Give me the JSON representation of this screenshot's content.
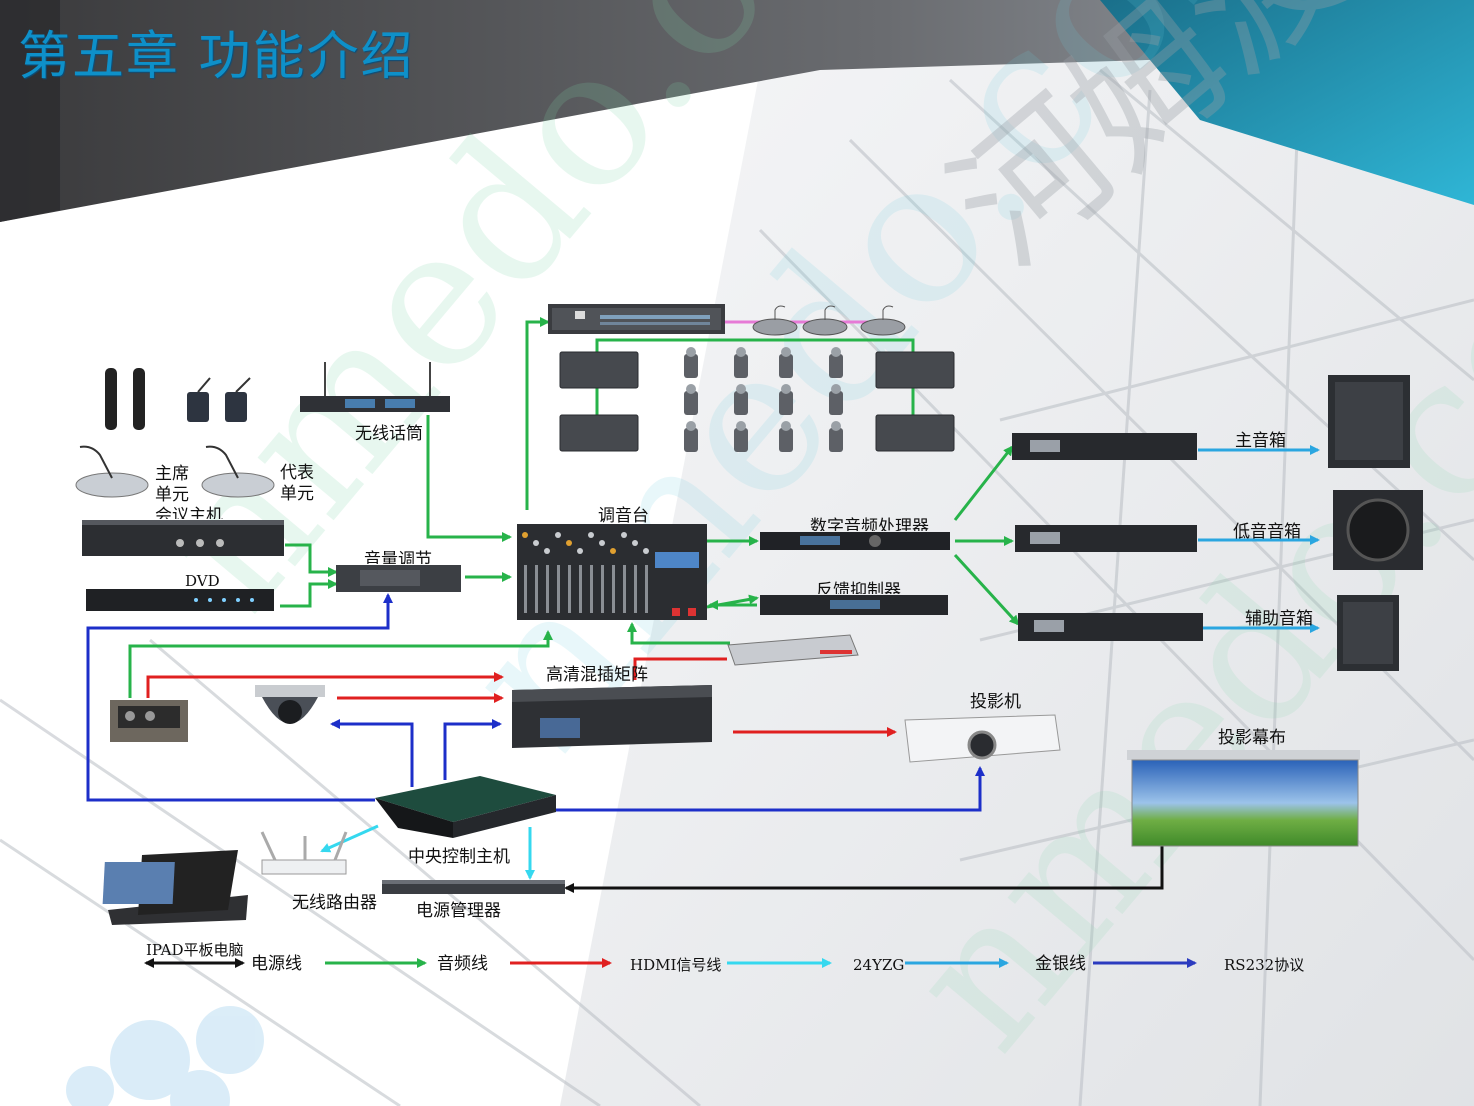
{
  "slide_title": "第五章  功能介绍",
  "devices": {
    "wireless_mic": "无线话筒",
    "chairman_unit": "主席单元",
    "delegate_unit": "代表单元",
    "conference_host": "会议主机",
    "dvd": "DVD",
    "volume_control": "音量调节",
    "mixer": "调音台",
    "digital_processor": "数字音频处理器",
    "feedback_suppressor": "反馈抑制器",
    "main_speaker": "主音箱",
    "subwoofer": "低音音箱",
    "aux_speaker": "辅助音箱",
    "hd_matrix": "高清混插矩阵",
    "projector": "投影机",
    "projection_screen": "投影幕布",
    "central_control": "中央控制主机",
    "wireless_router": "无线路由器",
    "power_manager": "电源管理器",
    "ipad": "IPAD平板电脑"
  },
  "legend": [
    {
      "label": "电源线",
      "color": "#111111"
    },
    {
      "label": "音频线",
      "color": "#27b34a"
    },
    {
      "label": "HDMI信号线",
      "color": "#e02020"
    },
    {
      "label": "24YZG",
      "color": "#35d8ef"
    },
    {
      "label": "金银线",
      "color": "#2aa6e0"
    },
    {
      "label": "RS232协议",
      "color": "#2b3bbf"
    }
  ],
  "colors": {
    "title": "#0e90c9",
    "audio": "#27b34a",
    "hdmi": "#e02020",
    "control": "#1d2fc9",
    "cyan": "#35d8ef",
    "speaker_line": "#2aa6e0",
    "pink": "#e67ad6"
  }
}
